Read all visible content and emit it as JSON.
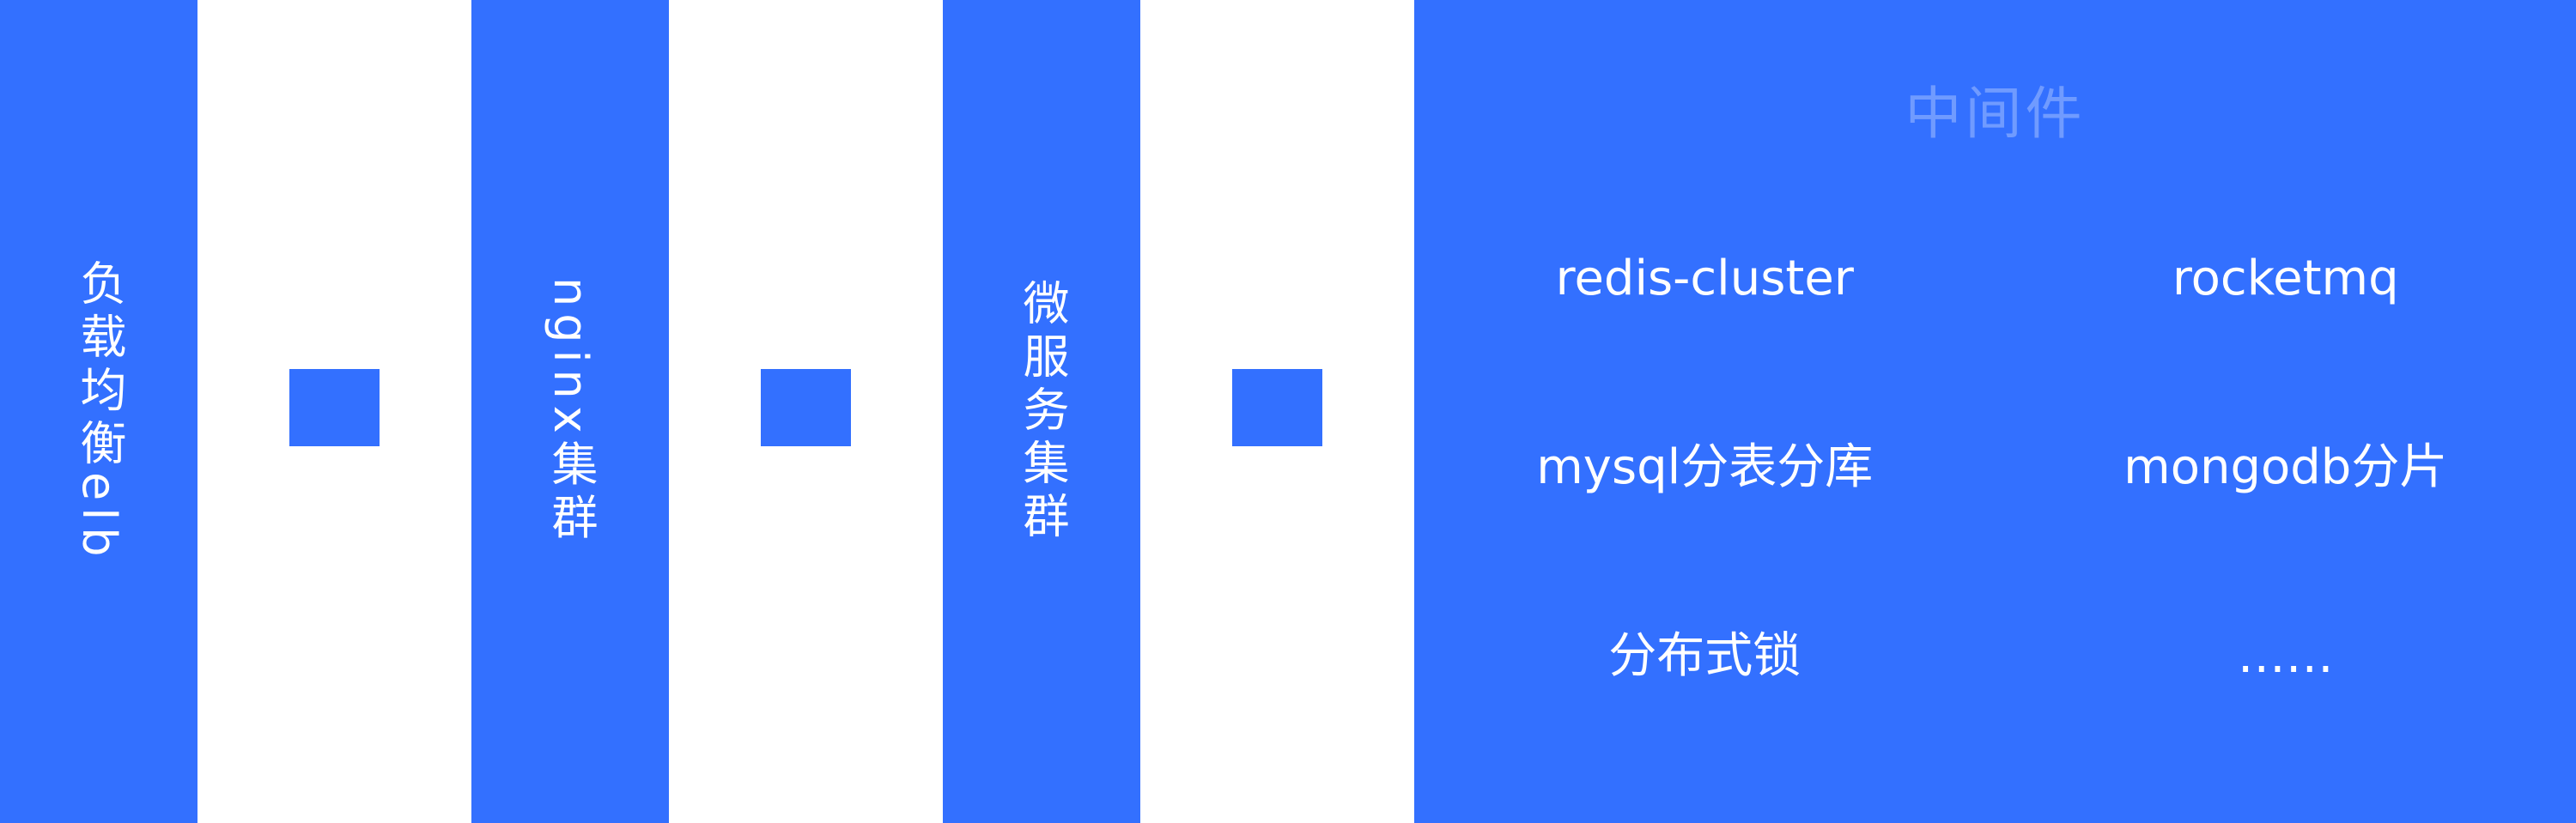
{
  "colors": {
    "accent": "#3370FF",
    "background": "#FFFFFF",
    "text_on_accent": "#FFFFFF",
    "panel_title_text": "#FFFFFF4D"
  },
  "nodes": [
    {
      "label": "负载均衡elb"
    },
    {
      "label": "nginx集群"
    },
    {
      "label": "微服务集群"
    }
  ],
  "panel": {
    "title": "中间件",
    "items": [
      {
        "label": "redis-cluster"
      },
      {
        "label": "rocketmq"
      },
      {
        "label": "mysql分表分库"
      },
      {
        "label": "mongodb分片"
      },
      {
        "label": "分布式锁"
      },
      {
        "label": "……"
      }
    ]
  }
}
